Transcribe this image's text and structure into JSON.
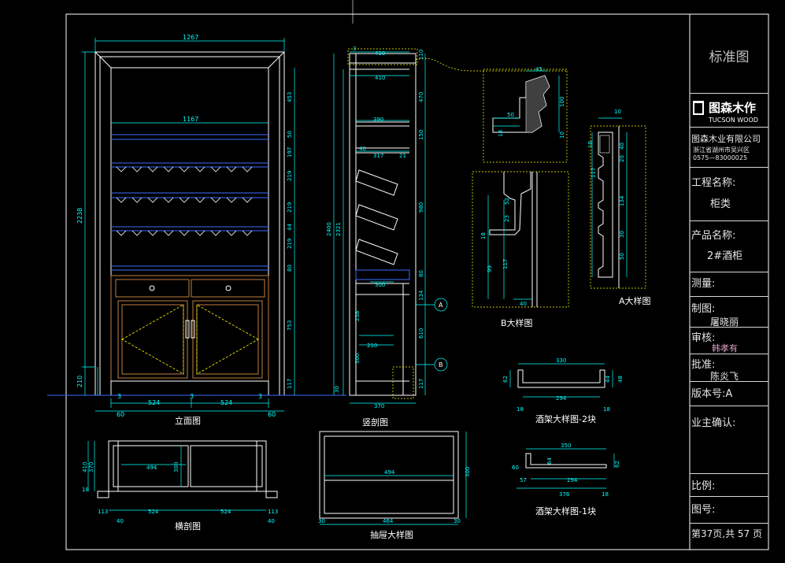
{
  "title_block": {
    "header": "标准图",
    "company_logo_text": "图森木作",
    "company_logo_en": "TUCSON WOOD",
    "company_name": "图森木业有限公司",
    "address": "浙江省湖州市吴兴区",
    "phone": "0575—83000025",
    "project_label": "工程名称:",
    "project_value": "柜类",
    "product_label": "产品名称:",
    "product_value": "2#酒柜",
    "survey_label": "测量:",
    "drawn_label": "制图:",
    "drawn_value": "屠晓丽",
    "review_label": "审核:",
    "review_value": "韩孝有",
    "approve_label": "批准:",
    "approve_value": "陈炎飞",
    "version_label": "版本号:",
    "version_value": "A",
    "owner_label": "业主确认:",
    "scale_label": "比例:",
    "drawing_no_label": "图号:",
    "page_info": "第37页,共 57 页"
  },
  "view_titles": {
    "elevation": "立面图",
    "section": "竖剖图",
    "plan": "横剖图",
    "drawer": "抽屉大样图",
    "detail_a": "A大样图",
    "detail_b": "B大样图",
    "rack2": "酒架大样图-2块",
    "rack1": "酒架大样图-1块"
  },
  "dims": {
    "elev_total_w": "1267",
    "elev_inner_w": "1167",
    "elev_total_h": "2238",
    "elev_base_h": "210",
    "elev_bottom_w1": "524",
    "elev_bottom_w2": "524",
    "elev_mid": "3",
    "elev_left_edge": "60",
    "elev_right_edge": "60",
    "elev_side_3a": "3",
    "elev_side_3b": "3",
    "elev_right_segments": [
      "453",
      "50",
      "197",
      "219",
      "219",
      "44",
      "219",
      "80",
      "753",
      "117"
    ],
    "sec_top_w": "410",
    "sec_top_w2": "410",
    "sec_shelf_w": "390",
    "sec_top40": "40",
    "sec_317": "317",
    "sec_21": "21",
    "sec_total_h": "2400",
    "sec_inner_h": "2321",
    "sec_right": [
      "110",
      "470",
      "150",
      "980",
      "80",
      "134",
      "610",
      "117"
    ],
    "sec_300": "300",
    "sec_210": "210",
    "sec_238": "238",
    "sec_300b": "300",
    "sec_bottom_w": "370",
    "sec_bottom_30": "30",
    "sec_left_3": "3",
    "sec_a": "A",
    "sec_b": "B",
    "plan_494": "494",
    "plan_300": "300",
    "plan_410": "410",
    "plan_370": "370",
    "plan_524a": "524",
    "plan_524b": "524",
    "plan_113a": "113",
    "plan_113b": "113",
    "plan_40a": "40",
    "plan_40b": "40",
    "plan_18": "18",
    "drawer_494": "494",
    "drawer_300": "300",
    "drawer_464": "464",
    "drawer_30a": "30",
    "drawer_30b": "30",
    "r2_330": "330",
    "r2_294": "294",
    "r2_18a": "18",
    "r2_18b": "18",
    "r2_62": "62",
    "r2_44": "44",
    "r2_48": "48",
    "r1_350": "350",
    "r1_294": "294",
    "r1_57": "57",
    "r1_376": "376",
    "r1_18": "18",
    "r1_62": "62",
    "r1_64": "64",
    "r1_60": "60",
    "ta_45": "45",
    "ta_100": "100",
    "ta_10": "10",
    "ta_50": "50",
    "ta_18": "18",
    "tb_10": "10",
    "tb_40": "40",
    "tb_20": "20",
    "tb_134": "134",
    "tb_18": "18",
    "tb_30": "30",
    "tb_50": "50",
    "tb_117": "117",
    "b_52": "52",
    "b_23": "23",
    "b_18": "18",
    "b_99": "99",
    "b_117": "117",
    "b_40": "40"
  },
  "colors": {
    "background": "#000000",
    "frame": "#ffffff",
    "dimension": "#00ffff",
    "cabinet_line": "#ffffff",
    "shelf": "#3a6bff",
    "door": "#c08040",
    "hatch": "#ffff00",
    "gray_text": "#bfbfbf"
  }
}
